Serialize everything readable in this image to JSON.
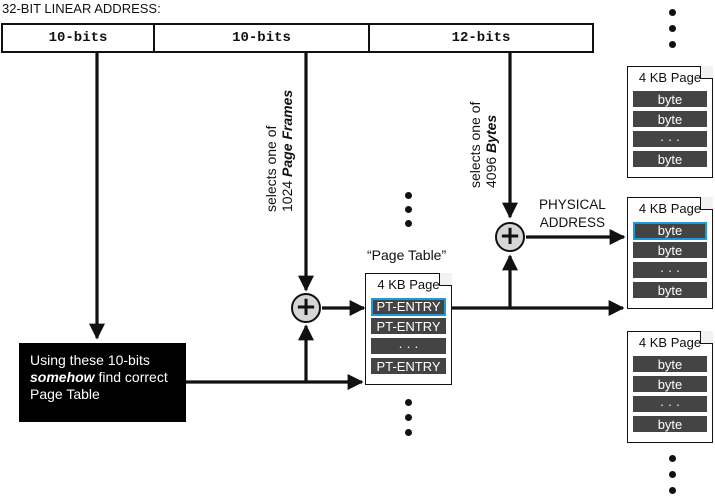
{
  "linear_address": {
    "title": "32-BIT LINEAR ADDRESS:",
    "fields": [
      {
        "label": "10-bits"
      },
      {
        "label": "10-bits"
      },
      {
        "label": "12-bits"
      }
    ]
  },
  "selector_labels": {
    "page_frames_line1": "selects one of",
    "page_frames_line2_plain": "1024 ",
    "page_frames_line2_em": "Page Frames",
    "bytes_line1": "selects one of",
    "bytes_line2_plain": "4096 ",
    "bytes_line2_em": "Bytes"
  },
  "directory_box": {
    "line1": "Using these 10-bits",
    "line2_em": "somehow",
    "line2_rest": " find correct",
    "line3": "Page Table"
  },
  "page_table": {
    "caption": "“Page Table”",
    "title": "4 KB Page",
    "entries": [
      "PT-ENTRY",
      "PT-ENTRY",
      "· · ·",
      "PT-ENTRY"
    ],
    "highlight_index": 0
  },
  "physical_address_label": {
    "line1": "PHYSICAL",
    "line2": "ADDRESS"
  },
  "pages": [
    {
      "title": "4 KB Page",
      "cells": [
        "byte",
        "byte",
        "· · ·",
        "byte"
      ],
      "highlight_index": -1
    },
    {
      "title": "4 KB Page",
      "cells": [
        "byte",
        "byte",
        "· · ·",
        "byte"
      ],
      "highlight_index": 0
    },
    {
      "title": "4 KB Page",
      "cells": [
        "byte",
        "byte",
        "· · ·",
        "byte"
      ],
      "highlight_index": -1
    }
  ],
  "adders": [
    {
      "symbol": "+"
    },
    {
      "symbol": "+"
    }
  ],
  "colors": {
    "highlight": "#1a9bd8",
    "cell_fill": "#444444",
    "adder_fill": "#d6d6d6",
    "line": "#111111"
  }
}
